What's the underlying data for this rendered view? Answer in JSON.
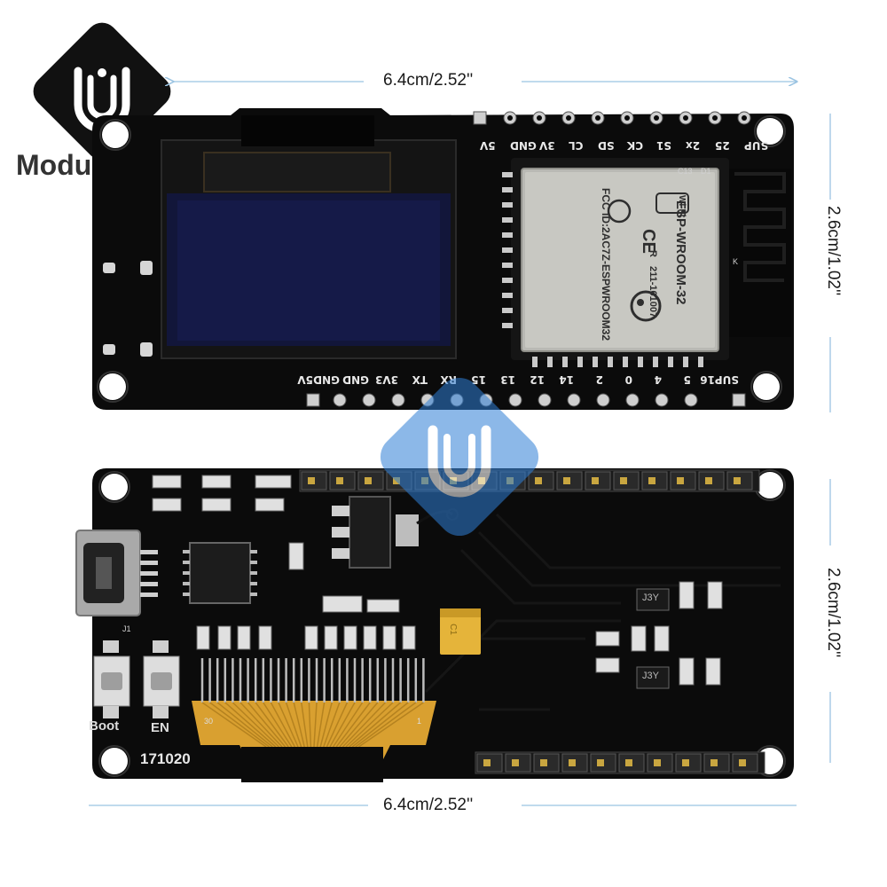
{
  "logo": {
    "text": "ModuleFans"
  },
  "dimensions": {
    "top_width": "6.4cm/2.52''",
    "top_height": "2.6cm/1.02''",
    "bottom_width": "6.4cm/2.52''",
    "bottom_height": "2.6cm/1.02''"
  },
  "top_board": {
    "header_top_labels": [
      "5V",
      "GND",
      "3V",
      "CL",
      "SD",
      "CK",
      "S1",
      "2x",
      "25",
      "SUP"
    ],
    "header_bottom_labels": [
      "5V",
      "GND",
      "GND",
      "3V3",
      "TX",
      "RX",
      "15",
      "13",
      "12",
      "14",
      "2",
      "0",
      "4",
      "5",
      "16",
      "SUP"
    ],
    "module": {
      "wifi": "Wi-Fi",
      "name": "ESP-WROOM-32",
      "fcc": "FCC ID:2AC7Z-ESPWROOM32",
      "cert": "211-161007",
      "ce": "CE",
      "r": "R",
      "silk_c13": "C13",
      "silk_d1": "D1",
      "silk_k": "K"
    }
  },
  "bottom_board": {
    "buttons": [
      "Boot",
      "EN"
    ],
    "date_code": "171020",
    "ic_mark_1": "J3Y",
    "ic_mark_2": "J3Y",
    "flex_left": "30",
    "flex_right": "1",
    "j1": "J1",
    "cap_mark": "C1"
  },
  "colors": {
    "pcb": "#0b0b0b",
    "gold": "#c49a2e",
    "tantalum": "#e5b43a",
    "watermark": "#2f7fd6"
  }
}
